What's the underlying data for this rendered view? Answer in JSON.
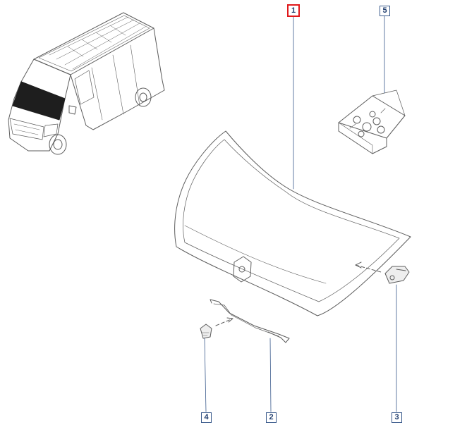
{
  "diagram": {
    "callouts": [
      {
        "id": "1",
        "label": "1",
        "highlighted": true,
        "highlight_color": "#e0181b"
      },
      {
        "id": "2",
        "label": "2",
        "highlighted": false
      },
      {
        "id": "3",
        "label": "3",
        "highlighted": false
      },
      {
        "id": "4",
        "label": "4",
        "highlighted": false
      },
      {
        "id": "5",
        "label": "5",
        "highlighted": false
      }
    ],
    "parts": [
      {
        "callout": "1",
        "icon": "hood-panel-icon"
      },
      {
        "callout": "2",
        "icon": "hood-prop-rod-icon"
      },
      {
        "callout": "3",
        "icon": "prop-rod-clip-icon"
      },
      {
        "callout": "4",
        "icon": "rod-retainer-clip-icon"
      },
      {
        "callout": "5",
        "icon": "fastener-kit-box-icon"
      }
    ],
    "thumbnail": {
      "icon": "van-location-icon"
    },
    "colors": {
      "line": "#5c5c5c",
      "callout_border": "#3a5a8c",
      "highlight": "#e0181b"
    }
  }
}
